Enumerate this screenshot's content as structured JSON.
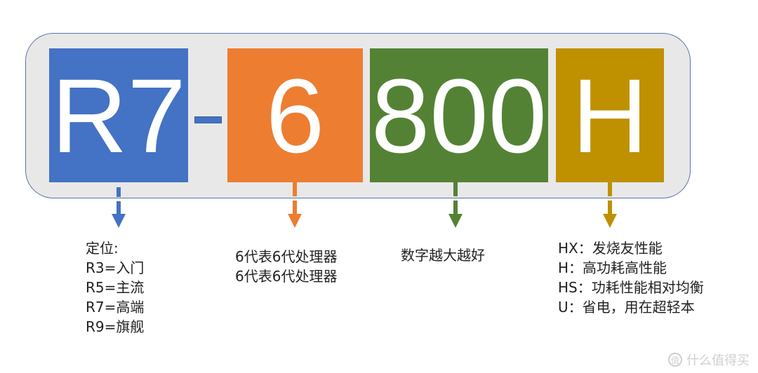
{
  "diagram": {
    "title": "R7-6800H",
    "colors": {
      "container_bg": "#e8e8e8",
      "container_border": "#5b74a8",
      "blue": "#4472c4",
      "orange": "#ed7d31",
      "green": "#548235",
      "gold": "#bf9000",
      "dash": "#4472c4"
    },
    "segments": [
      {
        "id": "tier",
        "text": "R7",
        "color": "#4472c4"
      },
      {
        "id": "dash",
        "text": "-"
      },
      {
        "id": "generation",
        "text": "6",
        "color": "#ed7d31"
      },
      {
        "id": "model",
        "text": "800",
        "color": "#548235"
      },
      {
        "id": "suffix",
        "text": "H",
        "color": "#bf9000"
      }
    ],
    "annotations": {
      "tier": {
        "lines": [
          "定位:",
          "R3=入门",
          "R5=主流",
          "R7=高端",
          "R9=旗舰"
        ]
      },
      "generation": {
        "lines": [
          "6代表6代处理器",
          "6代表6代处理器"
        ]
      },
      "model": {
        "lines": [
          "数字越大越好"
        ]
      },
      "suffix": {
        "lines": [
          "HX：发烧友性能",
          "H：高功耗高性能",
          "HS：功耗性能相对均衡",
          "U：省电，用在超轻本"
        ]
      }
    }
  },
  "watermark": {
    "icon": "值",
    "text": "什么值得买"
  }
}
